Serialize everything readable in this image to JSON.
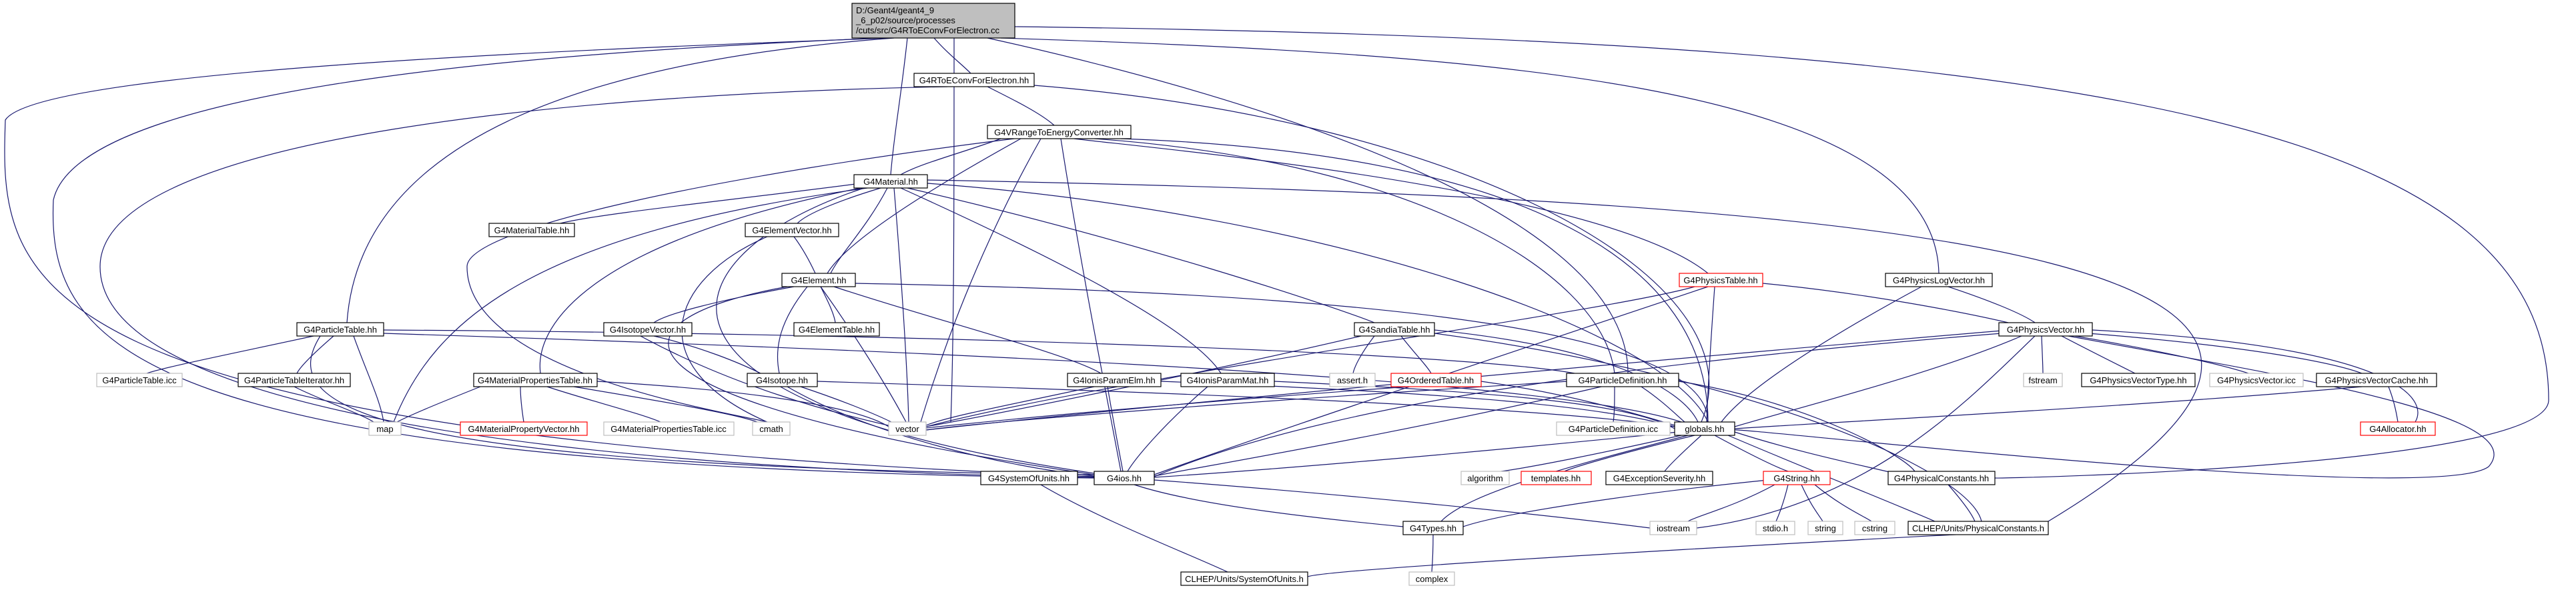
{
  "diagram": {
    "root": {
      "lines": [
        "D:/Geant4/geant4_9",
        "_6_p02/source/processes",
        "/cuts/src/G4RToEConvForElectron.cc"
      ]
    },
    "nodes": {
      "rtoe": "G4RToEConvForElectron.hh",
      "vrange": "G4VRangeToEnergyConverter.hh",
      "material": "G4Material.hh",
      "materialtable": "G4MaterialTable.hh",
      "elementvector": "G4ElementVector.hh",
      "element": "G4Element.hh",
      "isotopevector": "G4IsotopeVector.hh",
      "elementtable": "G4ElementTable.hh",
      "isotope": "G4Isotope.hh",
      "ionisparamelm": "G4IonisParamElm.hh",
      "ionisparammat": "G4IonisParamMat.hh",
      "matproptable": "G4MaterialPropertiesTable.hh",
      "matpropvector": "G4MaterialPropertyVector.hh",
      "matproptableicc": "G4MaterialPropertiesTable.icc",
      "particletable": "G4ParticleTable.hh",
      "particletableicc": "G4ParticleTable.icc",
      "particletableiter": "G4ParticleTableIterator.hh",
      "map": "map",
      "cmath": "cmath",
      "vector": "vector",
      "ios": "G4ios.hh",
      "systemofunits": "G4SystemOfUnits.hh",
      "clhepunits": "CLHEP/Units/SystemOfUnits.h",
      "physicstable": "G4PhysicsTable.hh",
      "sandiatable": "G4SandiaTable.hh",
      "assert": "assert.h",
      "orderedtable": "G4OrderedTable.hh",
      "particledef": "G4ParticleDefinition.hh",
      "particledeficc": "G4ParticleDefinition.icc",
      "globals": "globals.hh",
      "algorithm": "algorithm",
      "templates": "templates.hh",
      "exception": "G4ExceptionSeverity.hh",
      "string": "G4String.hh",
      "types": "G4Types.hh",
      "complex": "complex",
      "iostream": "iostream",
      "stdio": "stdio.h",
      "stdstring": "string",
      "cstring": "cstring",
      "physconst": "G4PhysicalConstants.hh",
      "clhepconst": "CLHEP/Units/PhysicalConstants.h",
      "physlogvector": "G4PhysicsLogVector.hh",
      "physvector": "G4PhysicsVector.hh",
      "fstream": "fstream",
      "physvectortype": "G4PhysicsVectorType.hh",
      "physvectoricc": "G4PhysicsVector.icc",
      "physvectorcache": "G4PhysicsVectorCache.hh",
      "allocator": "G4Allocator.hh"
    }
  }
}
